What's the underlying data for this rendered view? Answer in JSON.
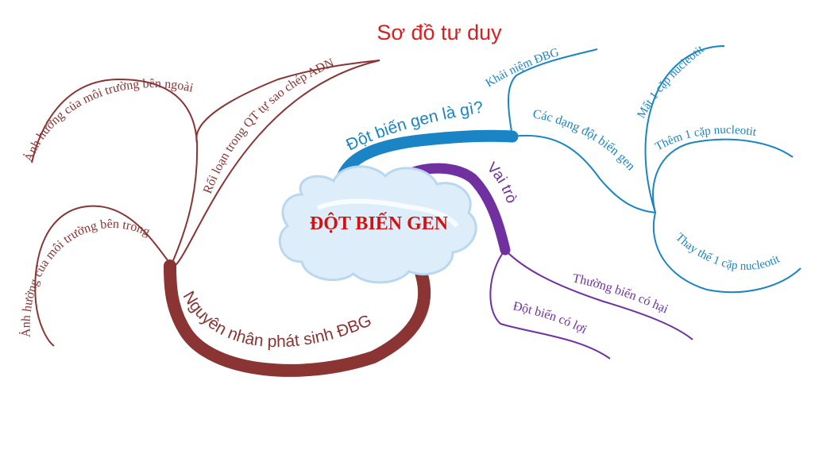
{
  "title": "Sơ đồ tư duy",
  "center": "ĐỘT BIẾN GEN",
  "colors": {
    "title": "#d42020",
    "center_text": "#d41010",
    "cause_branch": "#8b3434",
    "definition_branch": "#1a84c4",
    "role_branch": "#7030a0",
    "cloud_fill": "#ddeefa",
    "cloud_stroke": "#b9d8ef"
  },
  "branches": {
    "cause": {
      "label": "Nguyên nhân phát sinh ĐBG",
      "children": [
        "Ảnh hưởng của môi trường bên ngoài",
        "Rối loạn trong QT tự sao chép ADN",
        "Ảnh hưởng của môi trường bên trong"
      ]
    },
    "definition": {
      "label": "Đột biến gen là gì?",
      "children": [
        "Khái niệm ĐBG",
        "Các dạng đột biến gen"
      ],
      "forms": [
        "Mất 1 cặp nucleotit",
        "Thêm 1 cặp nucleotit",
        "Thay thế 1 cặp nucleotit"
      ]
    },
    "role": {
      "label": "Vai trò",
      "children": [
        "Thường biến có hại",
        "Đột biến có lợi"
      ]
    }
  }
}
